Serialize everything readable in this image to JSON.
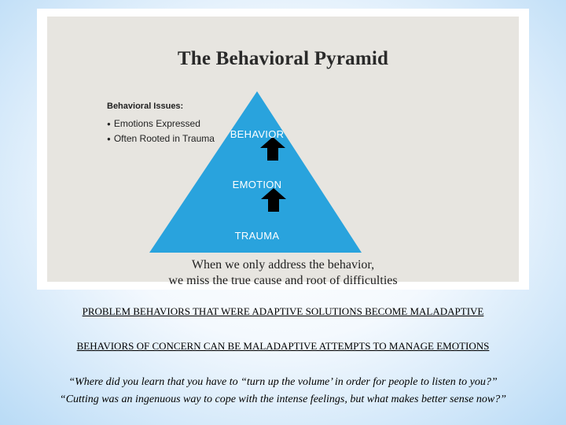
{
  "diagram": {
    "title": "The Behavioral Pyramid",
    "issues_heading": "Behavioral Issues:",
    "issues": [
      "Emotions Expressed",
      "Often Rooted in Trauma"
    ],
    "layers": [
      "BEHAVIOR",
      "EMOTION",
      "TRAUMA"
    ],
    "caption_line1": "When we only address the behavior,",
    "caption_line2": "we miss the true cause and root of  difficulties",
    "pyramid_color": "#29a3dd",
    "arrow_color": "#000000"
  },
  "slide": {
    "line1": "PROBLEM BEHAVIORS THAT WERE ADAPTIVE SOLUTIONS BECOME MALADAPTIVE",
    "line2": "BEHAVIORS OF CONCERN CAN BE MALADAPTIVE ATTEMPTS TO MANAGE EMOTIONS",
    "quote1": "“Where did you learn that you have to “turn up the volume’ in order for people to listen to you?”",
    "quote2": "“Cutting was an ingenuous way to cope with the intense feelings, but what makes better sense now?”"
  }
}
